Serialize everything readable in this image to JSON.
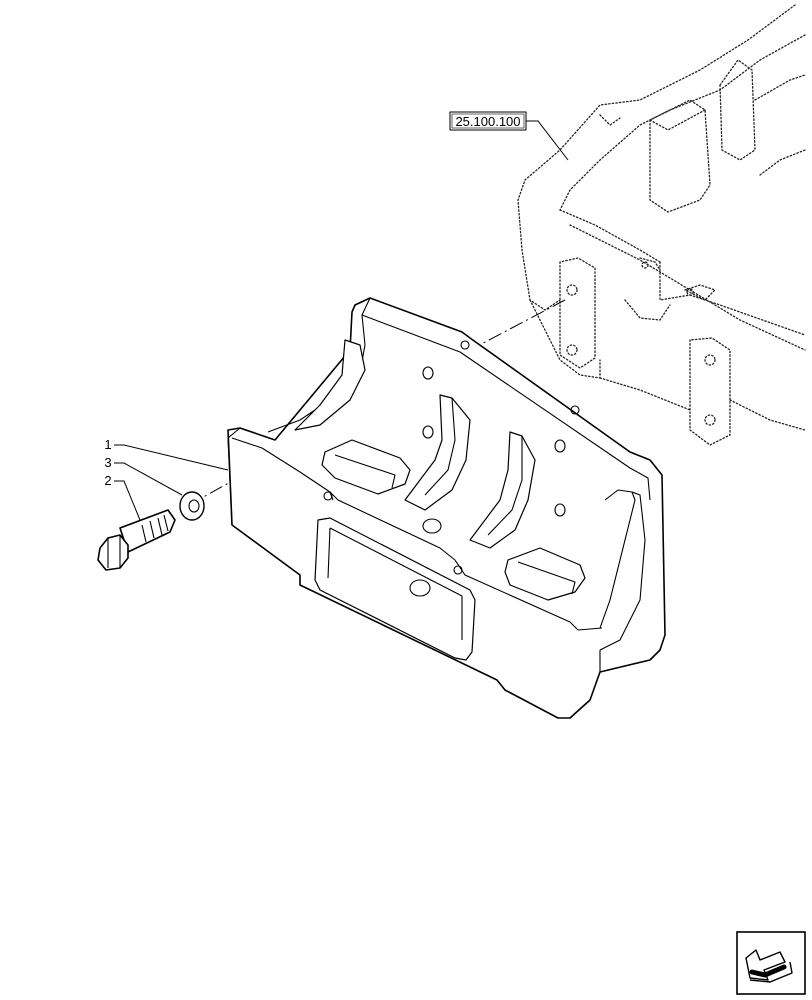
{
  "diagram": {
    "reference_label": "25.100.100",
    "callouts": [
      {
        "number": "1",
        "part": "ballast weight"
      },
      {
        "number": "3",
        "part": "washer"
      },
      {
        "number": "2",
        "part": "hex bolt"
      }
    ],
    "nav_icon": "page-navigation-arrow-icon"
  }
}
